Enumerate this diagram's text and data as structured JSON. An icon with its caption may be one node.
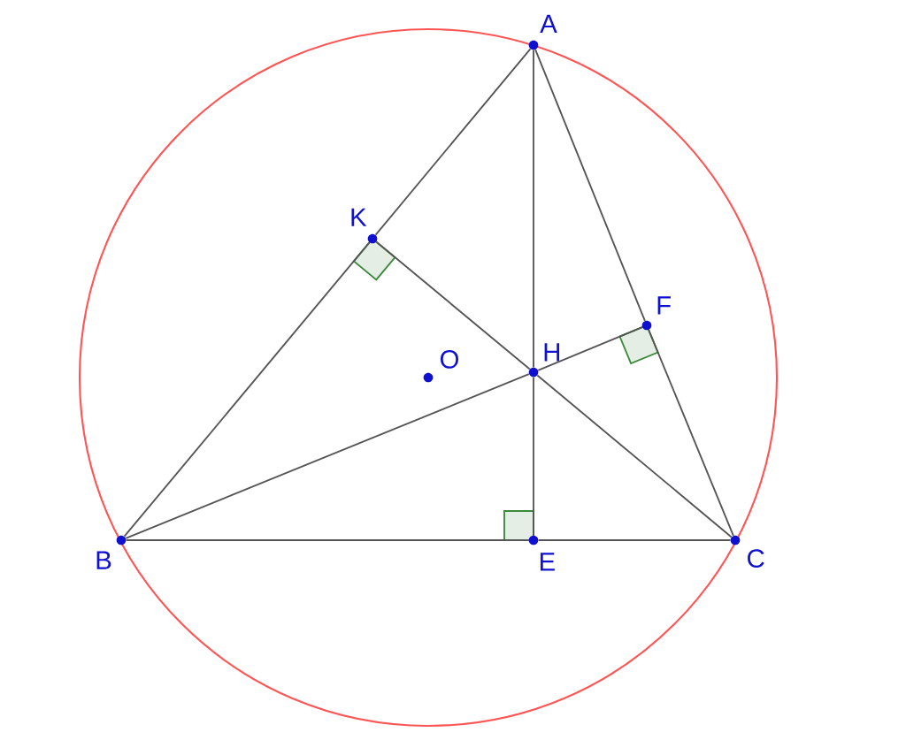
{
  "diagram": {
    "nodes": [
      {
        "text": [
          "A"
        ]
      },
      {
        "text": [
          "B"
        ]
      },
      {
        "text": [
          "C"
        ]
      },
      {
        "text": [
          "E"
        ]
      },
      {
        "text": [
          "K"
        ]
      },
      {
        "text": [
          "F"
        ]
      },
      {
        "text": [
          "H"
        ]
      },
      {
        "text": [
          "O"
        ]
      }
    ],
    "edges": [
      {
        "from": 0,
        "to": 4,
        "arrow": "none"
      },
      {
        "from": 4,
        "to": 1,
        "arrow": "none"
      },
      {
        "from": 0,
        "to": 5,
        "arrow": "none"
      },
      {
        "from": 5,
        "to": 2,
        "arrow": "none"
      },
      {
        "from": 1,
        "to": 3,
        "arrow": "none"
      },
      {
        "from": 3,
        "to": 2,
        "arrow": "none"
      },
      {
        "from": 0,
        "to": 6,
        "arrow": "none"
      },
      {
        "from": 6,
        "to": 3,
        "arrow": "none"
      },
      {
        "from": 1,
        "to": 6,
        "arrow": "none"
      },
      {
        "from": 6,
        "to": 5,
        "arrow": "none"
      },
      {
        "from": 2,
        "to": 6,
        "arrow": "none"
      },
      {
        "from": 6,
        "to": 4,
        "arrow": "none"
      }
    ]
  }
}
